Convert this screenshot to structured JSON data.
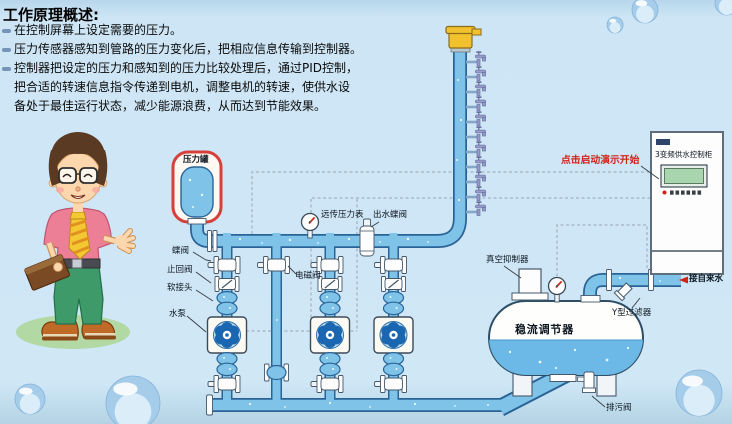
{
  "header": {
    "title": "工作原理概述:"
  },
  "principles": [
    "在控制屏幕上设定需要的压力。",
    "压力传感器感知到管路的压力变化后，把相应信息传输到控制器。",
    "控制器把设定的压力和感知到的压力比较处理后，通过PID控制，把合适的转速信息指令传递到电机，调整电机的转速，使供水设备处于最佳运行状态，减少能源浪费，从而达到节能效果。"
  ],
  "diagram": {
    "labels": {
      "pressure_tank": "压力罐",
      "butterfly_valve": "蝶阀",
      "check_valve": "止回阀",
      "soft_joint": "软接头",
      "water_pump": "水泵",
      "solenoid_valve": "电磁阀",
      "remote_pressure_gauge": "远传压力表",
      "outlet_butterfly_valve": "出水蝶阀",
      "vacuum_suppressor": "真空抑制器",
      "flow_regulator": "稳流调节器",
      "y_filter": "Y型过滤器",
      "drain_valve": "排污阀",
      "tap_water_inlet": "接自来水"
    },
    "cabinet": {
      "name": "3变频供水控制柜",
      "demo_text": "点击启动演示开始"
    },
    "riser": {
      "tap_count": 11
    }
  },
  "colors": {
    "pipe_fill": "#7fc3e9",
    "pipe_outline": "#2a6496",
    "accent_red": "#d43830",
    "background": "#d0e7f6"
  }
}
